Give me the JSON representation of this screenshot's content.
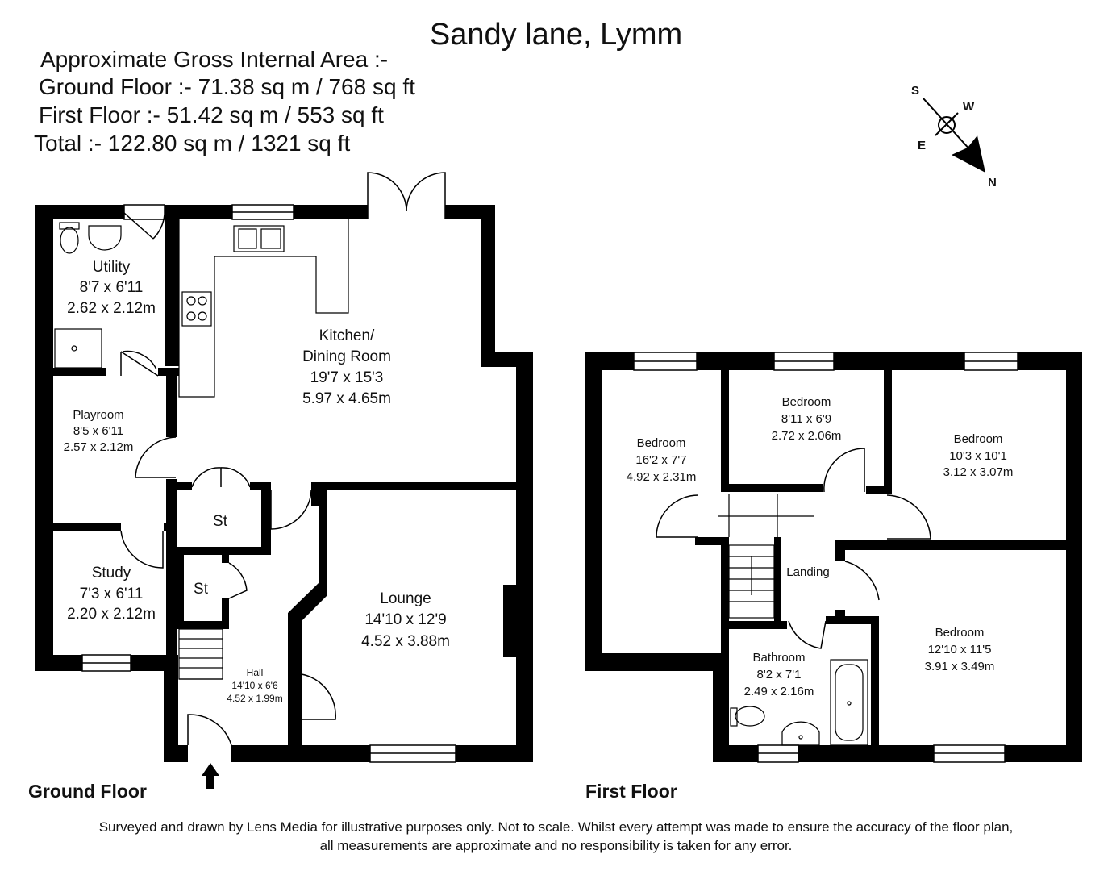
{
  "title": "Sandy lane, Lymm",
  "area": {
    "heading": "Approximate Gross Internal Area :-",
    "ground": "Ground Floor :- 71.38 sq m / 768 sq ft",
    "first": "First Floor :- 51.42 sq m / 553 sq ft",
    "total": "Total :- 122.80 sq m / 1321 sq ft"
  },
  "compass": {
    "s": "S",
    "w": "W",
    "e": "E",
    "n": "N"
  },
  "ground_floor": {
    "label": "Ground Floor",
    "utility": {
      "name": "Utility",
      "imperial": "8'7 x 6'11",
      "metric": "2.62 x 2.12m"
    },
    "kitchen": {
      "name1": "Kitchen/",
      "name2": "Dining Room",
      "imperial": "19'7 x 15'3",
      "metric": "5.97 x 4.65m"
    },
    "playroom": {
      "name": "Playroom",
      "imperial": "8'5 x 6'11",
      "metric": "2.57 x 2.12m"
    },
    "store1": "St",
    "store2": "St",
    "study": {
      "name": "Study",
      "imperial": "7'3 x 6'11",
      "metric": "2.20 x 2.12m"
    },
    "lounge": {
      "name": "Lounge",
      "imperial": "14'10 x 12'9",
      "metric": "4.52 x 3.88m"
    },
    "hall": {
      "name": "Hall",
      "imperial": "14'10 x 6'6",
      "metric": "4.52 x 1.99m"
    }
  },
  "first_floor": {
    "label": "First Floor",
    "bed1": {
      "name": "Bedroom",
      "imperial": "16'2 x 7'7",
      "metric": "4.92 x 2.31m"
    },
    "bed2": {
      "name": "Bedroom",
      "imperial": "8'11 x 6'9",
      "metric": "2.72 x 2.06m"
    },
    "bed3": {
      "name": "Bedroom",
      "imperial": "10'3 x 10'1",
      "metric": "3.12 x 3.07m"
    },
    "landing": "Landing",
    "bathroom": {
      "name": "Bathroom",
      "imperial": "8'2 x 7'1",
      "metric": "2.49 x 2.16m"
    },
    "bed4": {
      "name": "Bedroom",
      "imperial": "12'10 x 11'5",
      "metric": "3.91 x 3.49m"
    }
  },
  "disclaimer": {
    "line1": "Surveyed and drawn by Lens Media for illustrative purposes only. Not to scale. Whilst every attempt was made to ensure the accuracy of the floor plan,",
    "line2": "all measurements are approximate and no responsibility is taken for any error."
  },
  "colors": {
    "wall": "#000000",
    "background": "#ffffff"
  }
}
